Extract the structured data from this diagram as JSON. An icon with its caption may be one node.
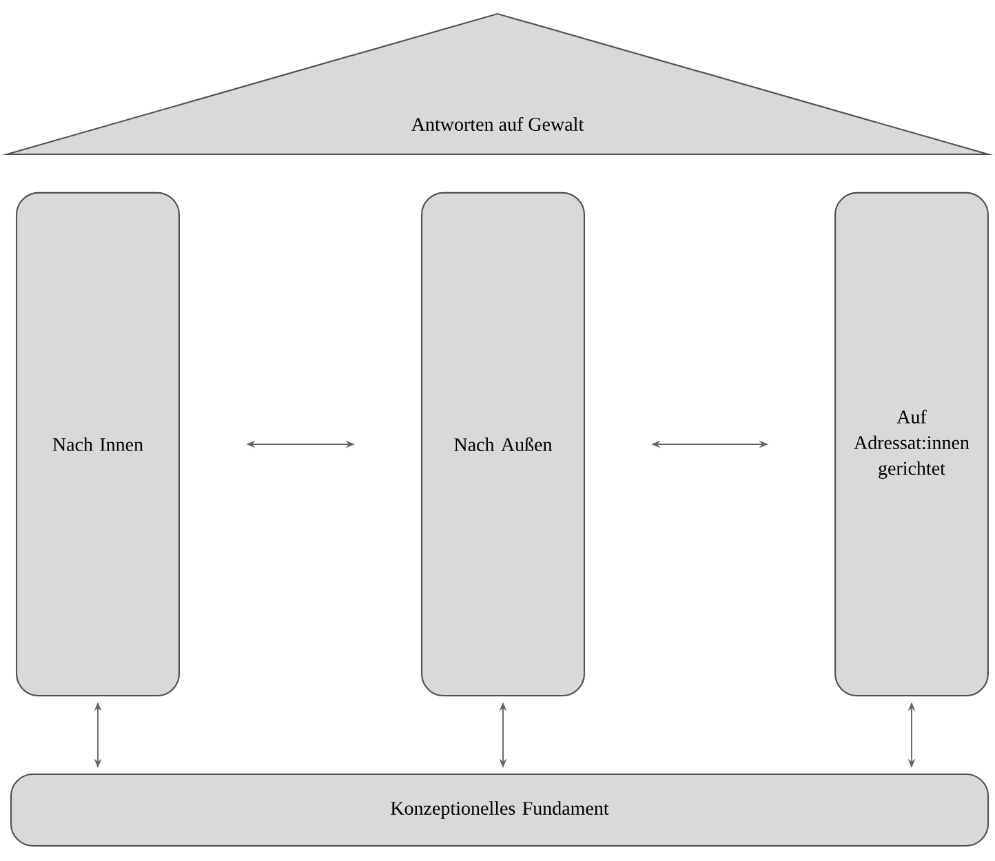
{
  "diagram": {
    "nodes": [
      {
        "text": [
          "Antworten auf Gewalt"
        ]
      },
      {
        "text": [
          "Nach Innen"
        ]
      },
      {
        "text": [
          "Nach Außen"
        ]
      },
      {
        "text": [
          "Auf Adressat:innen gerichtet"
        ]
      },
      {
        "text": [
          "Konzeptionelles Fundament"
        ]
      }
    ],
    "edges": [
      {
        "from": 1,
        "to": 2,
        "arrow": "both"
      },
      {
        "from": 2,
        "to": 3,
        "arrow": "both"
      },
      {
        "from": 1,
        "to": 4,
        "arrow": "both"
      },
      {
        "from": 2,
        "to": 4,
        "arrow": "both"
      },
      {
        "from": 3,
        "to": 4,
        "arrow": "both"
      }
    ]
  }
}
